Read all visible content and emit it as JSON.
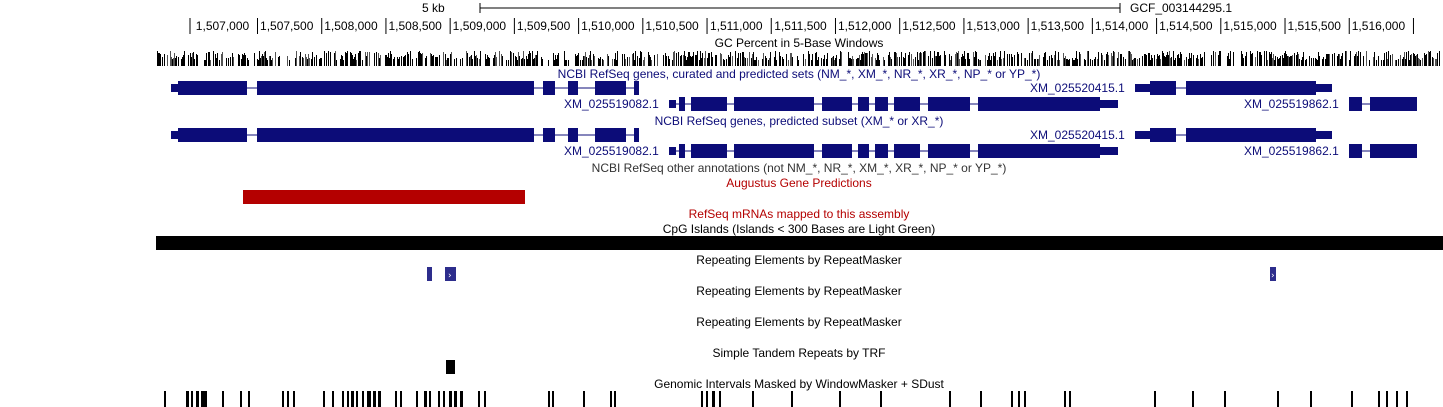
{
  "scale": {
    "label": "5 kb",
    "assembly": "GCF_003144295.1"
  },
  "ruler": {
    "labels": [
      "1,507,000",
      "1,507,500",
      "1,508,000",
      "1,508,500",
      "1,509,000",
      "1,509,500",
      "1,510,000",
      "1,510,500",
      "1,511,000",
      "1,511,500",
      "1,512,000",
      "1,512,500",
      "1,513,000",
      "1,513,500",
      "1,514,000",
      "1,514,500",
      "1,515,000",
      "1,515,500",
      "1,516,000"
    ]
  },
  "tracks": {
    "gc_percent": "GC Percent in 5-Base Windows",
    "refseq_all": "NCBI RefSeq genes, curated and predicted sets (NM_*, XM_*, NR_*, XR_*, NP_* or YP_*)",
    "refseq_predicted": "NCBI RefSeq genes, predicted subset (XM_* or XR_*)",
    "refseq_other": "NCBI RefSeq other annotations (not NM_*, NR_*, XM_*, XR_*, NP_* or YP_*)",
    "augustus": "Augustus Gene Predictions",
    "refseq_mrna": "RefSeq mRNAs mapped to this assembly",
    "cpg": "CpG Islands (Islands < 300 Bases are Light Green)",
    "rmsk1": "Repeating Elements by RepeatMasker",
    "rmsk2": "Repeating Elements by RepeatMasker",
    "rmsk3": "Repeating Elements by RepeatMasker",
    "trf": "Simple Tandem Repeats by TRF",
    "windowmasker": "Genomic Intervals Masked by WindowMasker + SDust"
  },
  "genes": {
    "g1": "XM_025519082.1",
    "g2": "XM_025520415.1",
    "g3": "XM_025519862.1",
    "g1b": "XM_025519082.1",
    "g2b": "XM_025520415.1",
    "g3b": "XM_025519862.1"
  },
  "colors": {
    "gene": "#0c0c78",
    "track_label": "#0c0c78",
    "augustus": "#b40000",
    "refseq_red": "#b40000",
    "repeat": "#2d2d8c",
    "black": "#000000"
  }
}
